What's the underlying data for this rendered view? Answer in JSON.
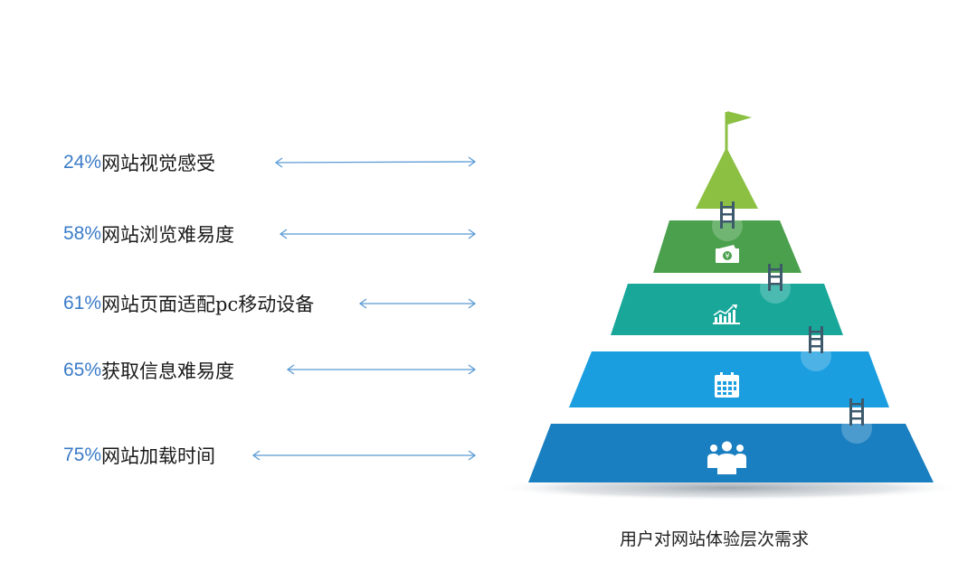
{
  "factors": [
    {
      "percent": "24%",
      "text": "网站视觉感受"
    },
    {
      "percent": "58%",
      "text": "网站浏览难易度"
    },
    {
      "percent": "61%",
      "text": "网站页面适配pc移动设备"
    },
    {
      "percent": "65%",
      "text": "获取信息难易度"
    },
    {
      "percent": "75%",
      "text": " 网站加载时间"
    }
  ],
  "caption": "用户对网站体验层次需求",
  "colors": {
    "percent": "#3a7bc8",
    "arrow": "#5b9bd5",
    "tier_top": "#8cc043",
    "tier_2": "#4aa04c",
    "tier_3": "#19a79a",
    "tier_4": "#1b9ee0",
    "tier_5": "#1a7fc0",
    "flag": "#8cc043",
    "ladder": "#3d5a6c",
    "shadow": "#9aa5b0"
  },
  "tier_icons": [
    "flag-icon",
    "money-icon",
    "chart-icon",
    "calendar-icon",
    "people-icon"
  ]
}
